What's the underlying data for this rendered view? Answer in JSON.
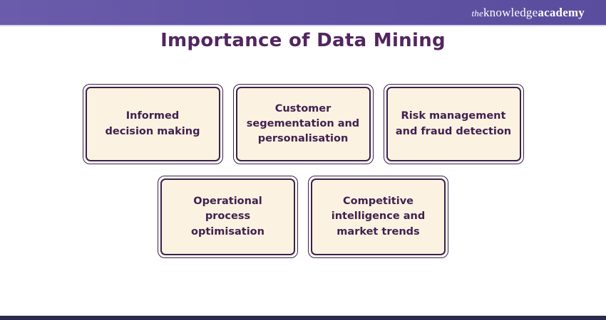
{
  "colors": {
    "header_purple": "#6254a4",
    "header_underline": "#d6d0ea",
    "title_text": "#52265e",
    "card_background": "#fbf2e1",
    "card_border": "#3a2149",
    "card_text": "#412150",
    "footer_bar": "#2d2a4e",
    "logo_text": "#ffffff"
  },
  "header": {
    "logo_the": "the",
    "logo_knowledge": "knowledge",
    "logo_academy": "academy"
  },
  "title": "Importance of Data Mining",
  "cards": [
    {
      "label": "Informed\ndecision making"
    },
    {
      "label": "Customer\nsegementation and\npersonalisation"
    },
    {
      "label": "Risk management\nand fraud detection"
    },
    {
      "label": "Operational\nprocess\noptimisation"
    },
    {
      "label": "Competitive\nintelligence and\nmarket trends"
    }
  ]
}
